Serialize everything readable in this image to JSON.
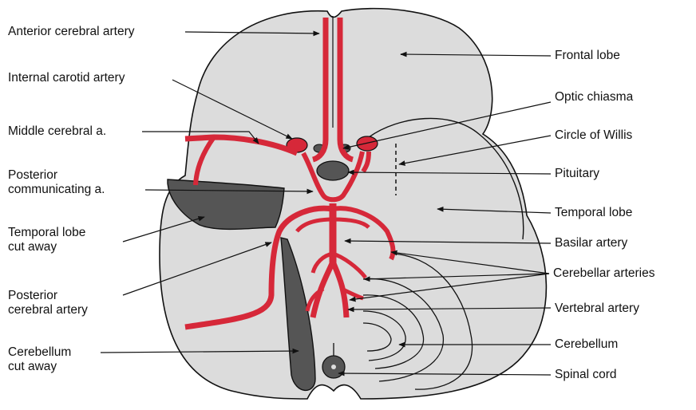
{
  "diagram": {
    "colors": {
      "artery": "#d62839",
      "brain": "#dcdcdc",
      "cut_surface": "#555555",
      "outline": "#111111",
      "background": "#ffffff"
    },
    "labels_left": {
      "anterior_cerebral_artery": "Anterior cerebral artery",
      "internal_carotid_artery": "Internal carotid artery",
      "middle_cerebral": "Middle cerebral a.",
      "posterior_communicating_1": "Posterior",
      "posterior_communicating_2": "communicating a.",
      "temporal_lobe_cut_1": "Temporal lobe",
      "temporal_lobe_cut_2": "cut away",
      "posterior_cerebral_1": "Posterior",
      "posterior_cerebral_2": "cerebral artery",
      "cerebellum_cut_1": "Cerebellum",
      "cerebellum_cut_2": "cut away"
    },
    "labels_right": {
      "frontal_lobe": "Frontal lobe",
      "optic_chiasma": "Optic chiasma",
      "circle_of_willis": "Circle of Willis",
      "pituitary": "Pituitary",
      "temporal_lobe": "Temporal lobe",
      "basilar_artery": "Basilar artery",
      "cerebellar_arteries": "Cerebellar arteries",
      "vertebral_artery": "Vertebral artery",
      "cerebellum": "Cerebellum",
      "spinal_cord": "Spinal cord"
    }
  }
}
